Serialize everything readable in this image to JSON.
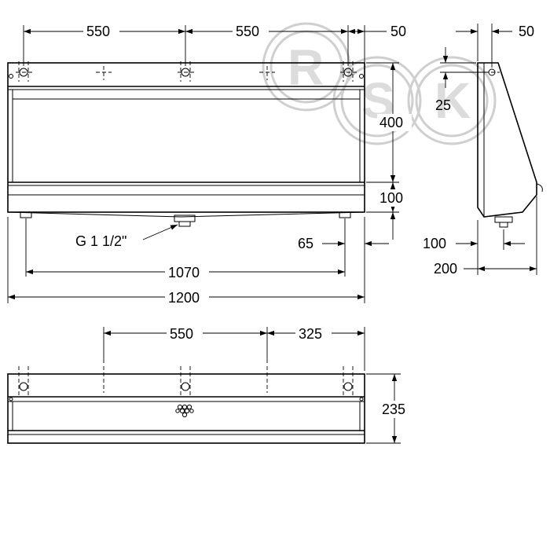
{
  "watermark": {
    "letters": [
      "R",
      "S",
      "K"
    ]
  },
  "front_view": {
    "dim_top_left": "550",
    "dim_top_mid": "550",
    "dim_top_right": "50",
    "dim_height_main": "400",
    "dim_height_lower": "100",
    "dim_outlet_offset": "65",
    "dim_inner_width": "1070",
    "dim_overall_width": "1200",
    "outlet_label": "G 1 1/2\""
  },
  "side_view": {
    "dim_top": "50",
    "dim_hole_offset": "25",
    "dim_outlet": "100",
    "dim_depth": "200"
  },
  "top_view": {
    "dim_spacing": "550",
    "dim_right": "325",
    "dim_depth": "235"
  }
}
